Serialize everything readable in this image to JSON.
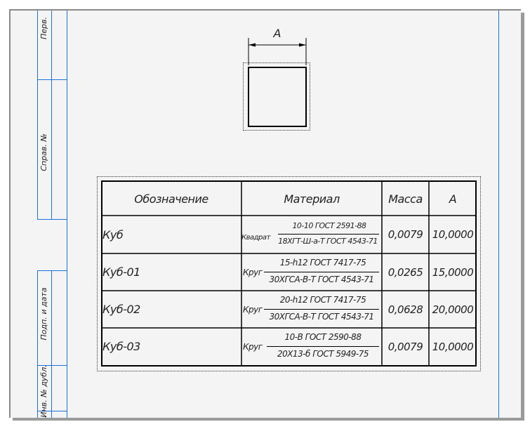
{
  "drawing": {
    "dimension_label": "A"
  },
  "stamp": {
    "top_label": "Перв.",
    "mid_label": "Справ. №",
    "sign_label": "Подп. и дата",
    "dup_label": "Инв. № дубл."
  },
  "table": {
    "headers": {
      "designation": "Обозначение",
      "material": "Материал",
      "mass": "Масса",
      "dim": "A"
    },
    "rows": [
      {
        "designation": "Куб",
        "profile": "Квадрат",
        "material_top": "10-10 ГОСТ 2591-88",
        "material_bottom": "18ХГТ-Ш-а-Т ГОСТ 4543-71",
        "mass": "0,0079",
        "dim": "10,0000"
      },
      {
        "designation": "Куб-01",
        "profile": "Круг",
        "material_top": "15-h12 ГОСТ 7417-75",
        "material_bottom": "30ХГСА-В-Т ГОСТ 4543-71",
        "mass": "0,0265",
        "dim": "15,0000"
      },
      {
        "designation": "Куб-02",
        "profile": "Круг",
        "material_top": "20-h12 ГОСТ 7417-75",
        "material_bottom": "30ХГСА-В-Т ГОСТ 4543-71",
        "mass": "0,0628",
        "dim": "20,0000"
      },
      {
        "designation": "Куб-03",
        "profile": "Круг",
        "material_top": "10-В ГОСТ 2590-88",
        "material_bottom": "20Х13-б ГОСТ 5949-75",
        "mass": "0,0079",
        "dim": "10,0000"
      }
    ]
  }
}
